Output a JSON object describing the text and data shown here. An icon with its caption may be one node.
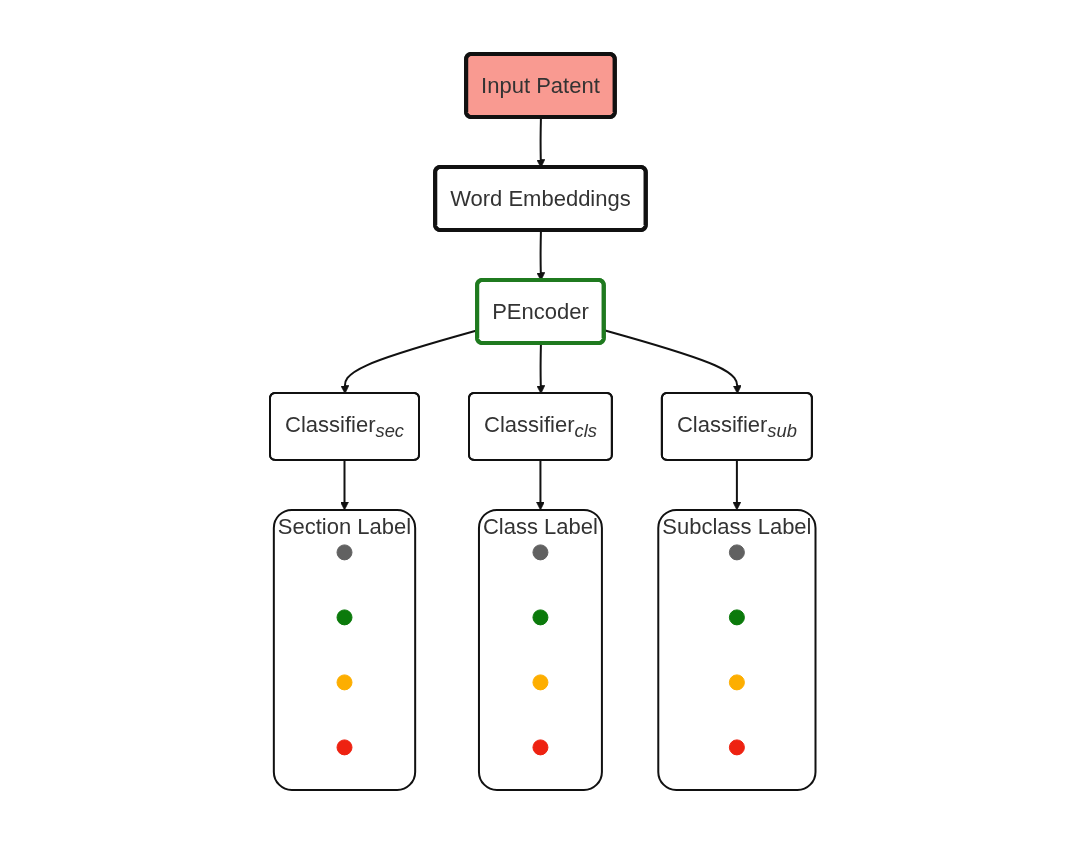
{
  "diagram": {
    "nodes": [
      {
        "text": [
          "Input Patent"
        ]
      },
      {
        "text": [
          "Word Embeddings"
        ]
      },
      {
        "text": [
          "PEncoder"
        ]
      },
      {
        "text": [
          "Classifier$_{sec}$"
        ]
      },
      {
        "text": [
          "Classifier$_{cls}$"
        ]
      },
      {
        "text": [
          "Classifier$_{sub}$"
        ]
      },
      {
        "text": [
          "Section Label"
        ]
      },
      {
        "text": [],
        "shape": "circle",
        "in": 6
      },
      {
        "text": [],
        "shape": "circle",
        "in": 6
      },
      {
        "text": [],
        "shape": "circle",
        "in": 6
      },
      {
        "text": [],
        "shape": "circle",
        "in": 6
      },
      {
        "text": [
          "Class Label"
        ]
      },
      {
        "text": [],
        "shape": "circle",
        "in": 11
      },
      {
        "text": [],
        "shape": "circle",
        "in": 11
      },
      {
        "text": [],
        "shape": "circle",
        "in": 11
      },
      {
        "text": [],
        "shape": "circle",
        "in": 11
      },
      {
        "text": [
          "Subclass Label"
        ]
      },
      {
        "text": [],
        "shape": "circle",
        "in": 16
      },
      {
        "text": [],
        "shape": "circle",
        "in": 16
      },
      {
        "text": [],
        "shape": "circle",
        "in": 16
      },
      {
        "text": [],
        "shape": "circle",
        "in": 16
      }
    ],
    "edges": [
      {
        "from": 0,
        "to": 1,
        "arrow": "to"
      },
      {
        "from": 1,
        "to": 2,
        "arrow": "to"
      },
      {
        "from": 2,
        "to": 3,
        "arrow": "to"
      },
      {
        "from": 2,
        "to": 4,
        "arrow": "to"
      },
      {
        "from": 2,
        "to": 5,
        "arrow": "to"
      },
      {
        "from": 3,
        "to": 6,
        "arrow": "to"
      },
      {
        "from": 4,
        "to": 11,
        "arrow": "to"
      },
      {
        "from": 5,
        "to": 16,
        "arrow": "to"
      }
    ]
  }
}
